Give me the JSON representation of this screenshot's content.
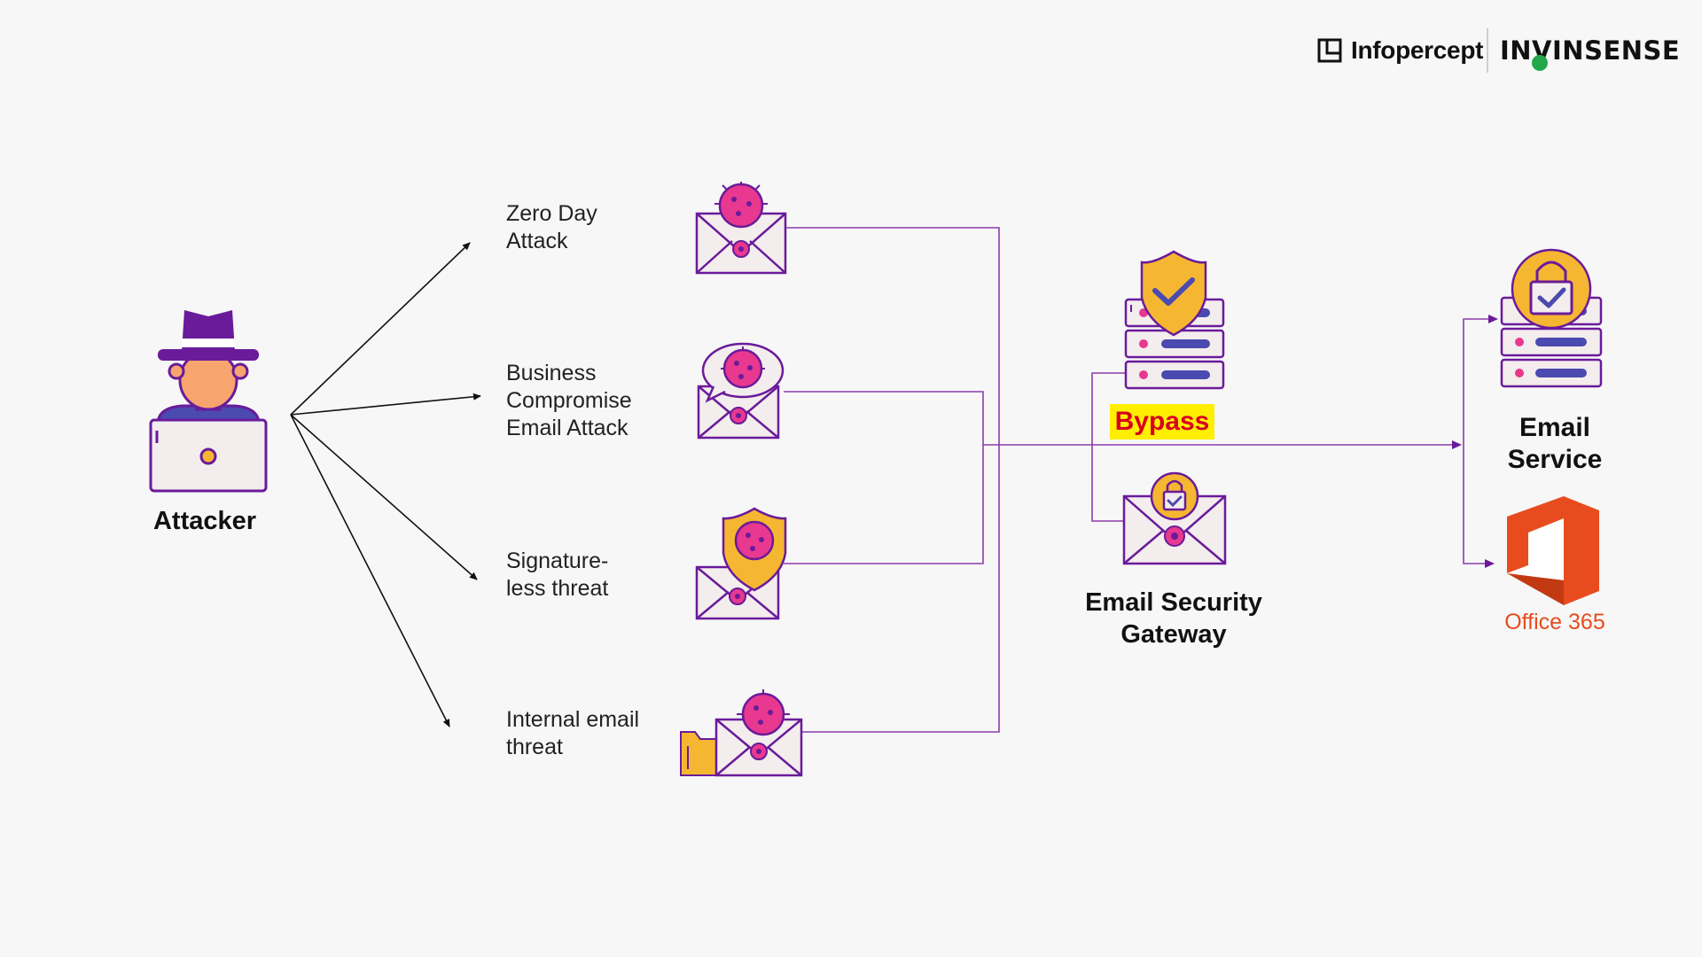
{
  "brand": {
    "infopercept": "Infopercept",
    "invinsense": "INVINSENSE"
  },
  "attacker": {
    "label": "Attacker"
  },
  "threats": [
    {
      "label": "Zero Day\nAttack"
    },
    {
      "label": "Business\nCompromise\nEmail Attack"
    },
    {
      "label": "Signature-\nless threat"
    },
    {
      "label": "Internal email\nthreat"
    }
  ],
  "gateway": {
    "label": "Email Security\nGateway",
    "bypass_label": "Bypass"
  },
  "email_service": {
    "label": "Email\nService"
  },
  "office365": {
    "label": "Office 365"
  },
  "colors": {
    "purple": "#6a1b9a",
    "line_purple": "#8e3ca8",
    "magenta": "#e8388f",
    "gold": "#f5b731",
    "office_orange": "#e84c1e",
    "bypass_highlight": "#ffee00",
    "bypass_text": "#d8001f"
  }
}
